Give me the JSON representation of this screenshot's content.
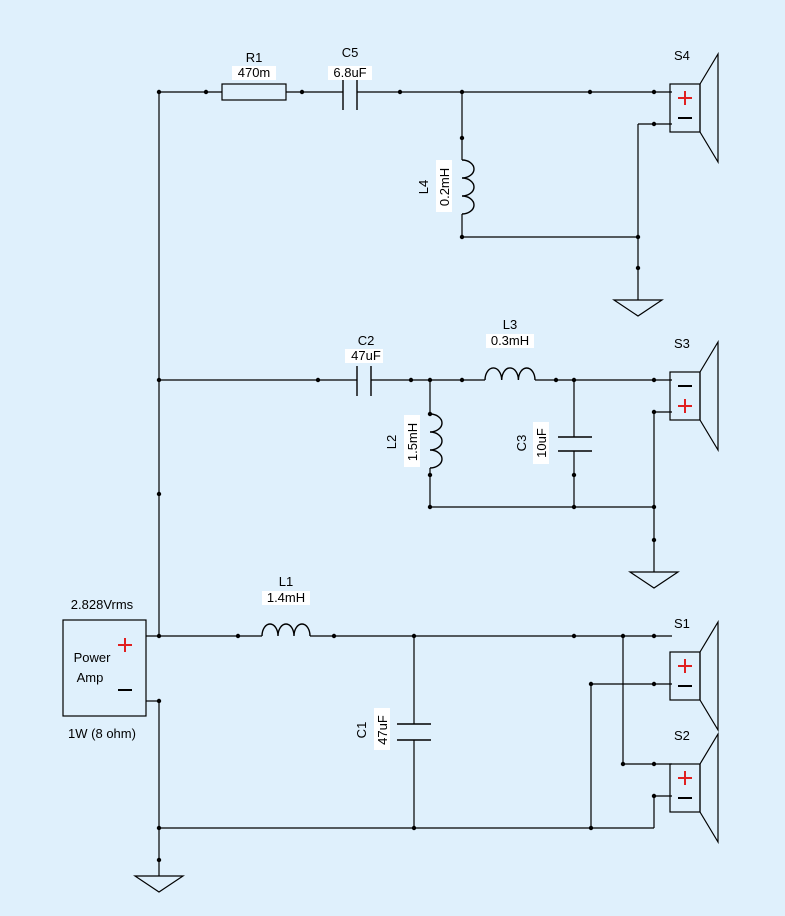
{
  "amp": {
    "voltage": "2.828Vrms",
    "name_line1": "Power",
    "name_line2": "Amp",
    "power": "1W (8 ohm)"
  },
  "components": {
    "R1": {
      "ref": "R1",
      "value": "470m"
    },
    "C5": {
      "ref": "C5",
      "value": "6.8uF"
    },
    "L4": {
      "ref": "L4",
      "value": "0.2mH"
    },
    "C2": {
      "ref": "C2",
      "value": "47uF"
    },
    "L3": {
      "ref": "L3",
      "value": "0.3mH"
    },
    "L2": {
      "ref": "L2",
      "value": "1.5mH"
    },
    "C3": {
      "ref": "C3",
      "value": "10uF"
    },
    "L1": {
      "ref": "L1",
      "value": "1.4mH"
    },
    "C1": {
      "ref": "C1",
      "value": "47uF"
    }
  },
  "speakers": {
    "S4": "S4",
    "S3": "S3",
    "S1": "S1",
    "S2": "S2"
  },
  "colors": {
    "background": "#dff0fc",
    "wire": "#000000",
    "plus": "#e02020"
  }
}
